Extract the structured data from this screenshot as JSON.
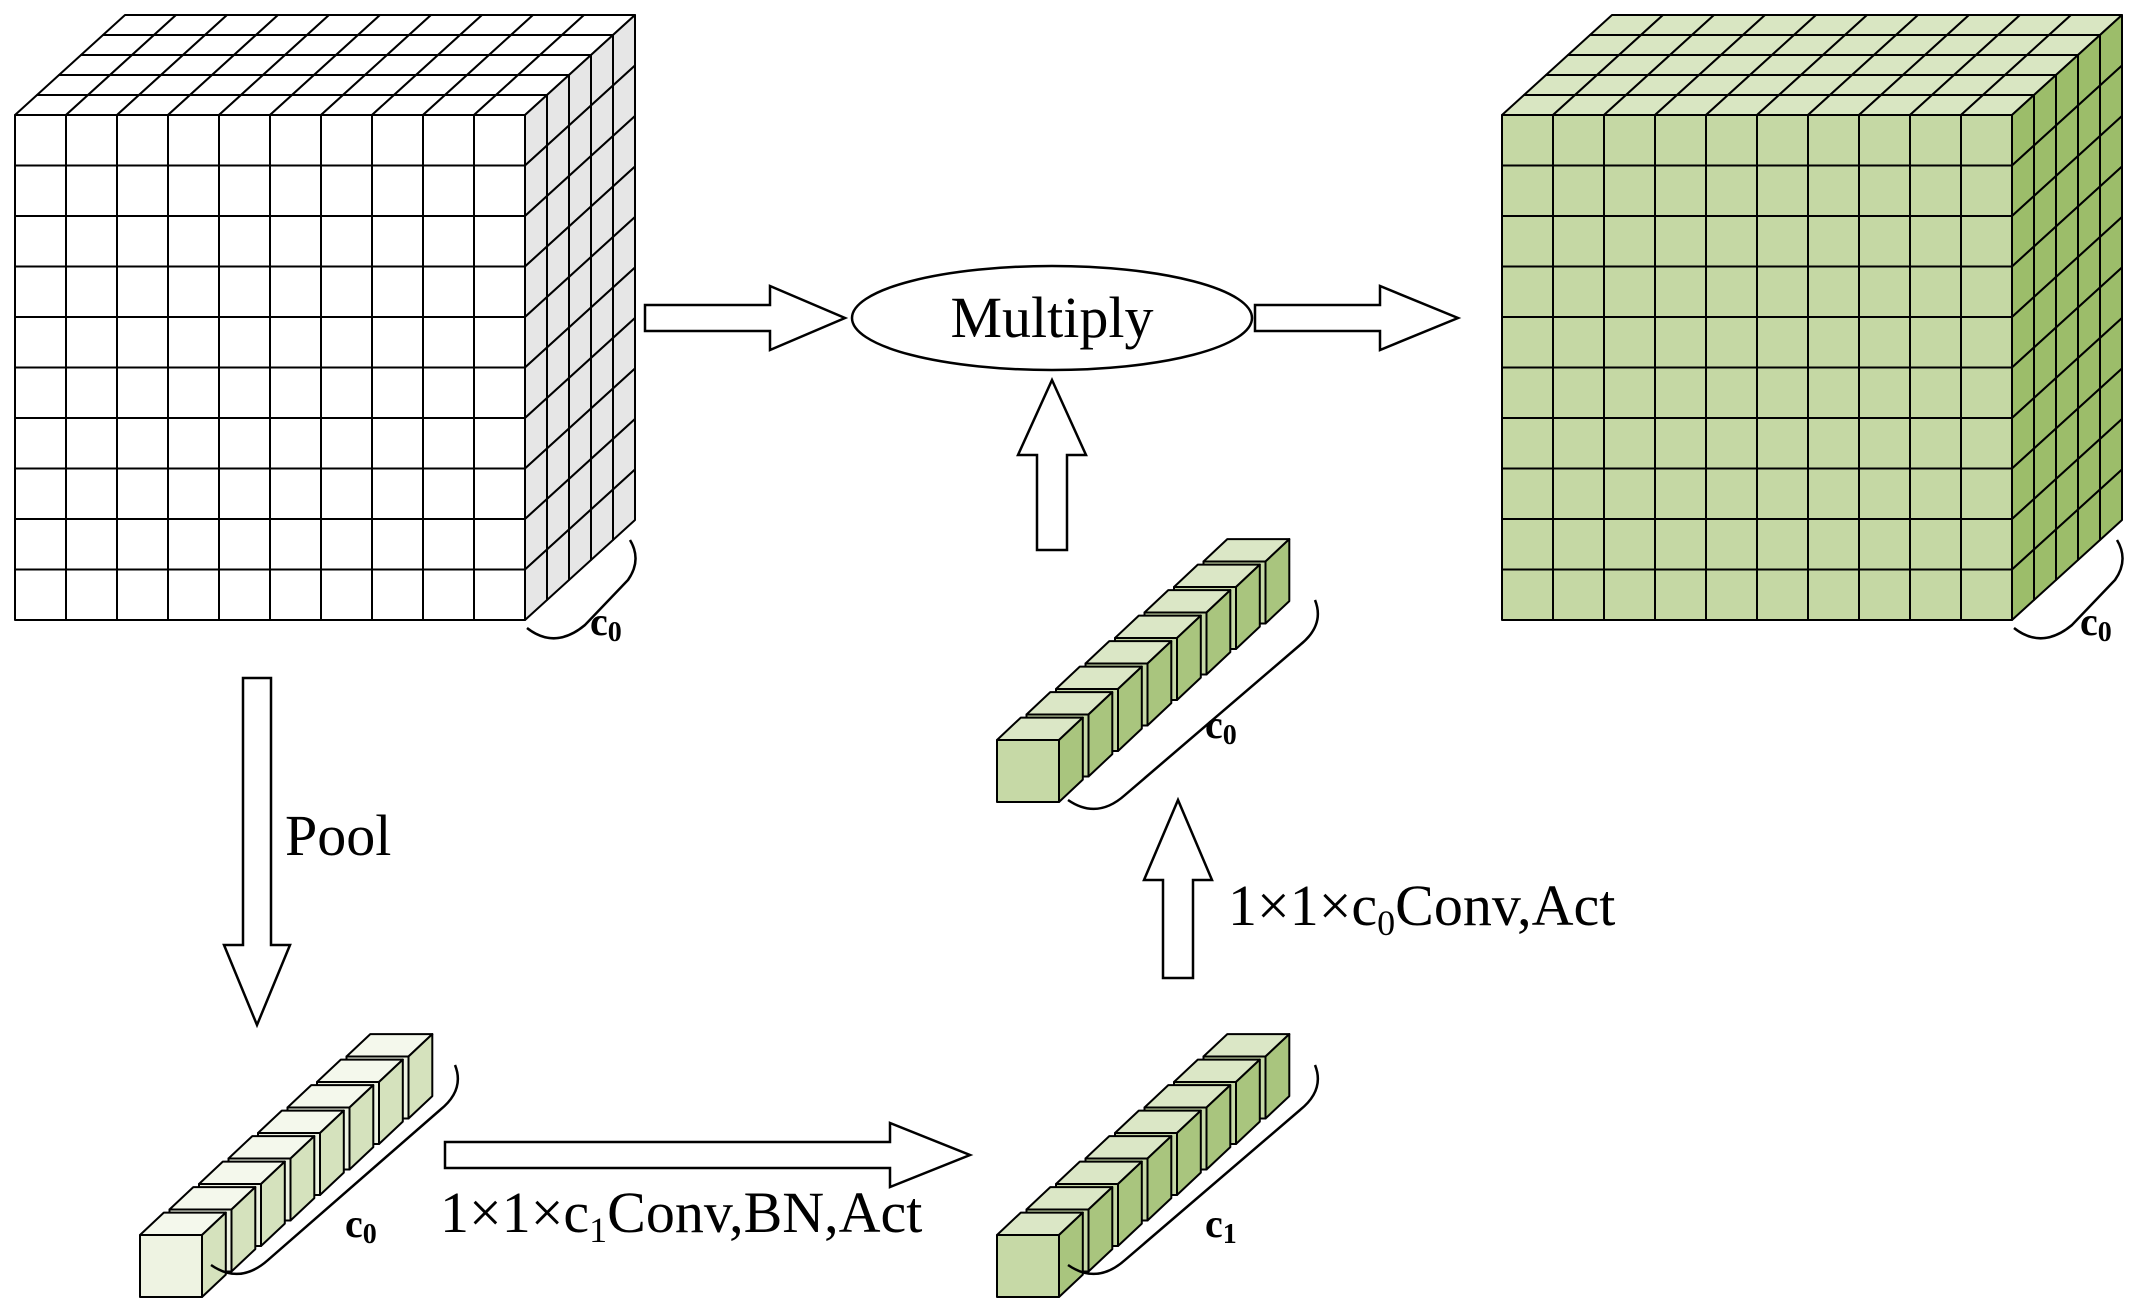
{
  "labels": {
    "multiply": "Multiply",
    "pool": "Pool",
    "conv1_pre": "1×1×c",
    "conv1_sub": "1",
    "conv1_post": "Conv,BN,Act",
    "conv2_pre": "1×1×c",
    "conv2_sub": "0",
    "conv2_post": "Conv,Act",
    "c_letter": "c",
    "sub_0": "0",
    "sub_1": "1"
  },
  "colors": {
    "input_front": "#ffffff",
    "input_top": "#ffffff",
    "input_side": "#e6e6e6",
    "output_front": "#c5d8a4",
    "output_top": "#d9e6c2",
    "output_side": "#9cbd6a",
    "pooled_front": "#eef3e2",
    "pooled_top": "#f4f8ec",
    "pooled_side": "#d5e2bd",
    "conv1_front": "#c6d9a6",
    "conv1_top": "#dbe7c6",
    "conv1_side": "#a9c57e",
    "conv2_front": "#c6d9a6",
    "conv2_top": "#dbe7c6",
    "conv2_side": "#a9c57e",
    "line": "#000000"
  },
  "grids": {
    "input_cube": {
      "rows": 10,
      "cols": 10,
      "depth": 5
    },
    "output_cube": {
      "rows": 10,
      "cols": 10,
      "depth": 5
    },
    "pooled_vector": {
      "length": 8
    },
    "conv1_vector": {
      "length": 8
    },
    "conv2_vector": {
      "length": 8
    }
  }
}
